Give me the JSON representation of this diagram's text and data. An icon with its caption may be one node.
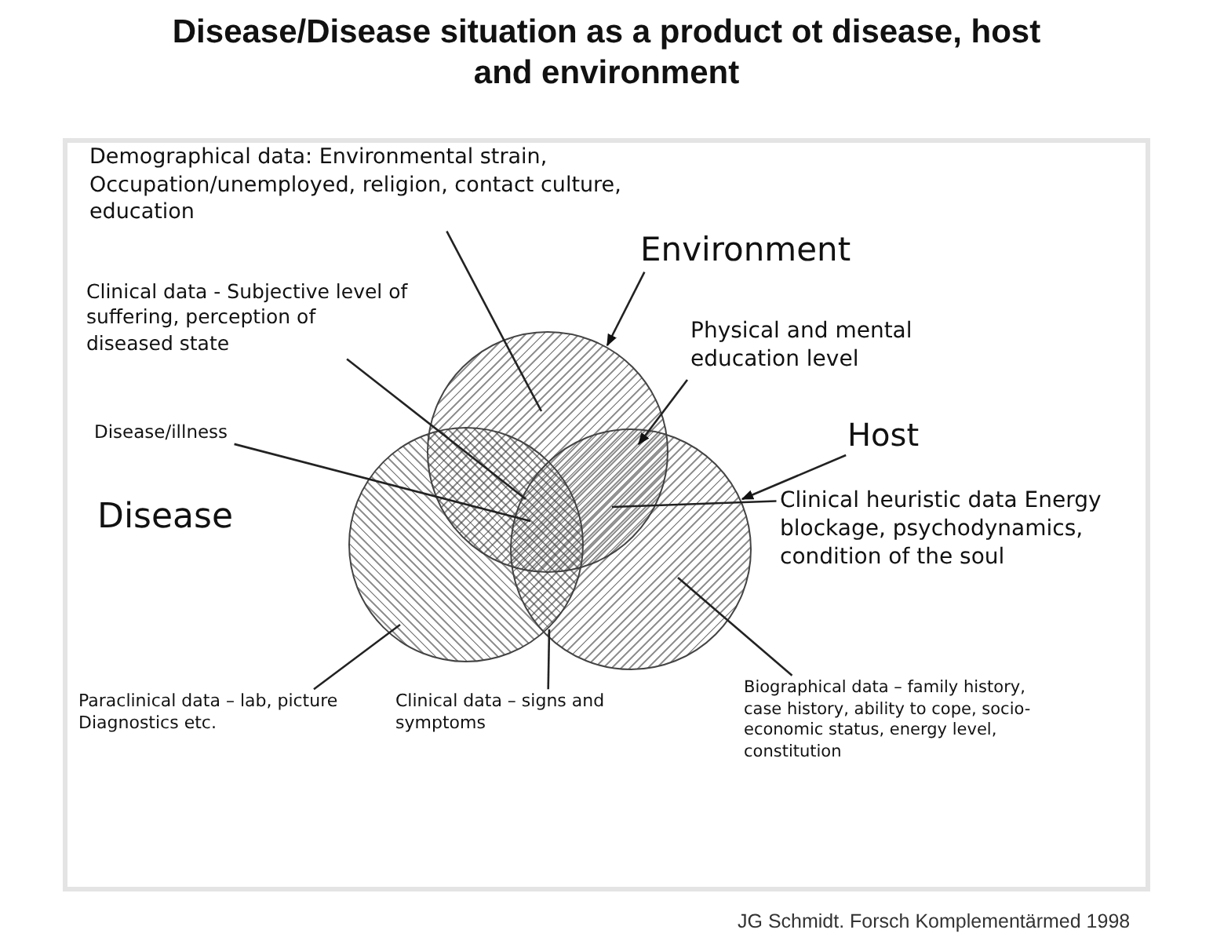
{
  "diagram": {
    "title": "Disease/Disease situation as a product ot disease, host and environment",
    "caption": "JG Schmidt. Forsch Komplementärmed 1998",
    "nodes": [
      {
        "text": [
          "Demographical data: Environmental strain, Occupation/unemployed, religion, contact culture, education"
        ]
      },
      {
        "text": [
          "Environment"
        ]
      },
      {
        "text": [
          "Clinical data - Subjective level of suffering, perception of diseased state"
        ]
      },
      {
        "text": [
          "Physical and mental education level"
        ]
      },
      {
        "text": [
          "Disease/illness"
        ]
      },
      {
        "text": [
          "Host"
        ]
      },
      {
        "text": [
          "Disease"
        ]
      },
      {
        "text": [
          "Clinical heuristic data Energy blockage, psychodynamics, condition of the soul"
        ]
      },
      {
        "text": [
          "Paraclinical data – lab, picture Diagnostics etc."
        ]
      },
      {
        "text": [
          "Clinical data – signs and symptoms"
        ]
      },
      {
        "text": [
          "Biographical data – family history, case history, ability to cope, socio-economic status, energy level, constitution"
        ]
      },
      {
        "text": [],
        "shape": "circle"
      },
      {
        "text": [],
        "shape": "circle"
      },
      {
        "text": [],
        "shape": "circle"
      }
    ],
    "edges": [
      {
        "from": 0,
        "to": 11,
        "arrow": "none"
      },
      {
        "from": 1,
        "to": 11,
        "arrow": "to"
      },
      {
        "from": 2,
        "to": 12,
        "arrow": "none"
      },
      {
        "from": 3,
        "to": 11,
        "arrow": "to"
      },
      {
        "from": 4,
        "to": 12,
        "arrow": "none"
      },
      {
        "from": 5,
        "to": 13,
        "arrow": "to"
      },
      {
        "from": 7,
        "to": 11,
        "arrow": "none"
      },
      {
        "from": 8,
        "to": 12,
        "arrow": "none"
      },
      {
        "from": 9,
        "to": 12,
        "arrow": "none"
      },
      {
        "from": 10,
        "to": 13,
        "arrow": "none"
      }
    ]
  }
}
